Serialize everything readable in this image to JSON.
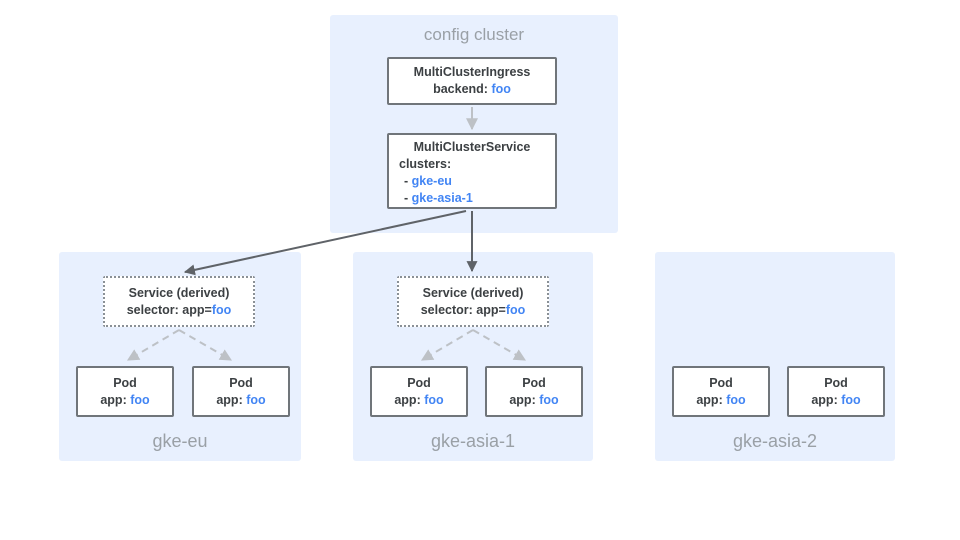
{
  "colors": {
    "panel_blue": "#E8F0FE",
    "box_border_gray": "#70757A",
    "text_dark": "#3C4043",
    "muted_label_gray": "#9AA0A6",
    "accent_blue": "#4285F4",
    "arrow_dark": "#5F6368",
    "arrow_light": "#BDC1C6"
  },
  "config_cluster": {
    "title": "config cluster",
    "multi_cluster_ingress": {
      "name": "MultiClusterIngress",
      "backend_label": "backend: ",
      "backend_value": "foo"
    },
    "multi_cluster_service": {
      "name": "MultiClusterService",
      "clusters_label": "clusters:",
      "cluster_items": [
        {
          "dash": "- ",
          "name": "gke-eu"
        },
        {
          "dash": "- ",
          "name": "gke-asia-1"
        }
      ]
    }
  },
  "clusters": [
    {
      "name": "gke-eu",
      "service": {
        "title": "Service (derived)",
        "selector_label": "selector: app=",
        "selector_value": "foo"
      },
      "pods": [
        {
          "title": "Pod",
          "app_label": "app: ",
          "app_value": "foo"
        },
        {
          "title": "Pod",
          "app_label": "app: ",
          "app_value": "foo"
        }
      ]
    },
    {
      "name": "gke-asia-1",
      "service": {
        "title": "Service (derived)",
        "selector_label": "selector: app=",
        "selector_value": "foo"
      },
      "pods": [
        {
          "title": "Pod",
          "app_label": "app: ",
          "app_value": "foo"
        },
        {
          "title": "Pod",
          "app_label": "app: ",
          "app_value": "foo"
        }
      ]
    },
    {
      "name": "gke-asia-2",
      "pods": [
        {
          "title": "Pod",
          "app_label": "app: ",
          "app_value": "foo"
        },
        {
          "title": "Pod",
          "app_label": "app: ",
          "app_value": "foo"
        }
      ]
    }
  ]
}
